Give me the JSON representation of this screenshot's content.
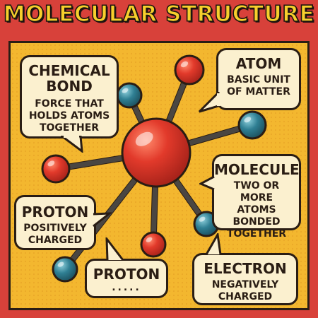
{
  "title": "MOLECULAR STRUCTURE",
  "colors": {
    "background_red": "#d8413a",
    "panel_yellow": "#f3b72f",
    "bubble_cream": "#fbf0cf",
    "atom_red": "#e23a2b",
    "atom_blue": "#2f7f93",
    "outline": "#2a1d14"
  },
  "labels": {
    "chemical_bond": {
      "heading": "CHEMICAL BOND",
      "body": "FORCE THAT HOLDS ATOMS TOGETHER"
    },
    "atom": {
      "heading": "ATOM",
      "body": "BASIC UNIT OF MATTER"
    },
    "molecule": {
      "heading": "MOLECULE",
      "body": "TWO OR MORE ATOMS BONDED TOGETHER"
    },
    "proton_left": {
      "heading": "PROTON",
      "body": "POSITIVELY CHARGED"
    },
    "proton_bottom": {
      "heading": "PROTON",
      "body": "....."
    },
    "electron": {
      "heading": "ELECTRON",
      "body": "NEGATIVELY CHARGED"
    }
  },
  "atoms": [
    {
      "name": "center-atom",
      "color": "red"
    },
    {
      "name": "atom-top-red",
      "color": "red"
    },
    {
      "name": "atom-top-left-blue",
      "color": "blue"
    },
    {
      "name": "atom-right-blue",
      "color": "blue"
    },
    {
      "name": "atom-left-red",
      "color": "red"
    },
    {
      "name": "atom-lower-right-blue",
      "color": "blue"
    },
    {
      "name": "atom-bottom-red",
      "color": "red"
    },
    {
      "name": "atom-bottom-left-blue",
      "color": "blue"
    }
  ]
}
